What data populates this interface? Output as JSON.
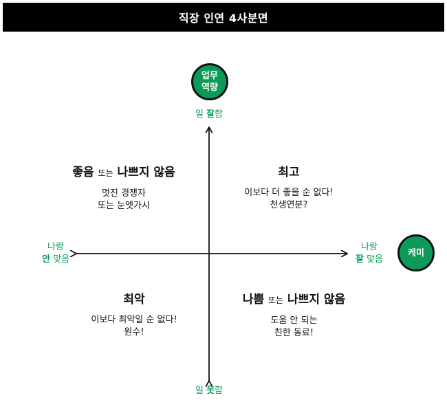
{
  "title": "직장 인연 4사분면",
  "axes": {
    "vertical": {
      "name_line1": "업무",
      "name_line2": "역량",
      "top_prefix": "일 ",
      "top_emphasis": "잘",
      "top_suffix": "함",
      "bottom_prefix": "일 ",
      "bottom_emphasis": "못",
      "bottom_suffix": "함"
    },
    "horizontal": {
      "name": "케미",
      "right_line1": "나랑",
      "right_emphasis": "잘",
      "right_suffix": " 맞음",
      "left_line1": "나랑",
      "left_emphasis": "안",
      "left_suffix": " 맞음"
    }
  },
  "quadrants": {
    "top_left": {
      "title_a": "좋음 ",
      "title_connector": "또는",
      "title_b": " 나쁘지 않음",
      "line1": "멋진 경쟁자",
      "line2": "또는 눈엣가시"
    },
    "top_right": {
      "title": "최고",
      "line1": "이보다 더 좋을 순 없다!",
      "line2": "천생연분?"
    },
    "bottom_left": {
      "title": "최악",
      "line1": "이보다 최악일 순 없다!",
      "line2": "원수!"
    },
    "bottom_right": {
      "title_a": "나쁨 ",
      "title_connector": "또는",
      "title_b": " 나쁘지 않음",
      "line1": "도움 안 되는",
      "line2": "친한 동료!"
    }
  },
  "colors": {
    "accent": "#0d9a58",
    "title_bar": "#000000",
    "text": "#111111"
  }
}
